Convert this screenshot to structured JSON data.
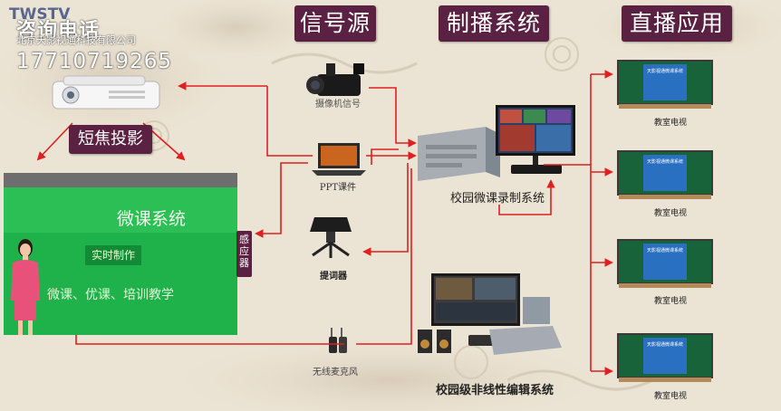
{
  "header": {
    "signal_source": "信号源",
    "broadcast_system": "制播系统",
    "live_application": "直播应用"
  },
  "contact": {
    "brand": "TWSTV",
    "label": "咨询电话",
    "company": "北京天影视通科技有限公司",
    "phone": "17710719265"
  },
  "projection": {
    "label": "短焦投影"
  },
  "screen": {
    "title": "微课系统",
    "tag": "实时制作",
    "subtitle": "微课、优课、培训教学"
  },
  "sensor": {
    "label": "感应器"
  },
  "sources": {
    "camera": "摄像机信号",
    "ppt": "PPT课件",
    "prompter": "提词器",
    "mic": "无线麦克风"
  },
  "systems": {
    "recording": "校园微课录制系统",
    "nle": "校园级非线性编辑系统"
  },
  "classrooms": [
    {
      "label": "教室电视",
      "screen_text": "天影视通微课系统"
    },
    {
      "label": "教室电视",
      "screen_text": "天影视通微课系统"
    },
    {
      "label": "教室电视",
      "screen_text": "天影视通微课系统"
    },
    {
      "label": "教室电视",
      "screen_text": "天影视通微课系统"
    }
  ],
  "colors": {
    "tag_bg": "#5a2142",
    "arrow": "#e02020",
    "screen_green": "#1fb24a"
  }
}
